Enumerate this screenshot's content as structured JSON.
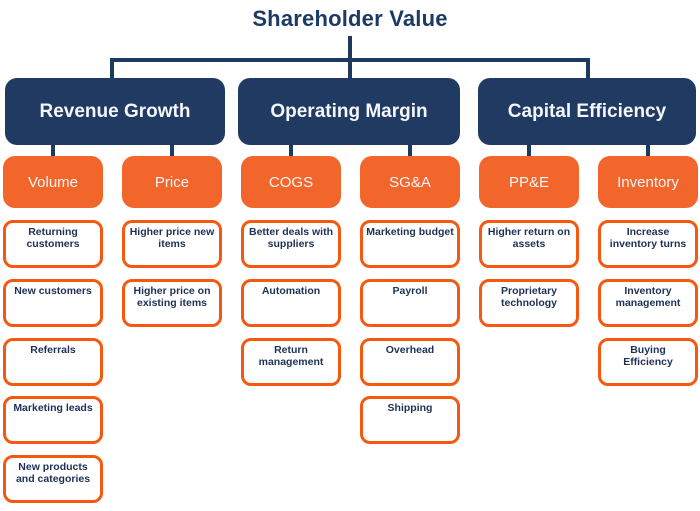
{
  "title": "Shareholder Value",
  "colors": {
    "navy": "#203a61",
    "navy_line": "#1f3a5f",
    "title_navy": "#1b3a66",
    "orange": "#f2662b",
    "orange_border": "#f4590f",
    "leaf_text": "#1d3156",
    "text_on_dark": "#f4f6fa",
    "bg": "#ffffff"
  },
  "groups": [
    {
      "label": "Revenue Growth"
    },
    {
      "label": "Operating Margin"
    },
    {
      "label": "Capital Efficiency"
    }
  ],
  "columns": [
    {
      "header": "Volume",
      "leaves": [
        "Returning customers",
        "New customers",
        "Referrals",
        "Marketing leads",
        "New products and categories"
      ]
    },
    {
      "header": "Price",
      "leaves": [
        "Higher price new items",
        "Higher price on existing items"
      ]
    },
    {
      "header": "COGS",
      "leaves": [
        "Better deals with suppliers",
        "Automation",
        "Return management"
      ]
    },
    {
      "header": "SG&A",
      "leaves": [
        "Marketing budget",
        "Payroll",
        "Overhead",
        "Shipping"
      ]
    },
    {
      "header": "PP&E",
      "leaves": [
        "Higher return on assets",
        "Proprietary technology"
      ]
    },
    {
      "header": "Inventory",
      "leaves": [
        "Increase inventory turns",
        "Inventory management",
        "Buying Efficiency"
      ]
    }
  ]
}
